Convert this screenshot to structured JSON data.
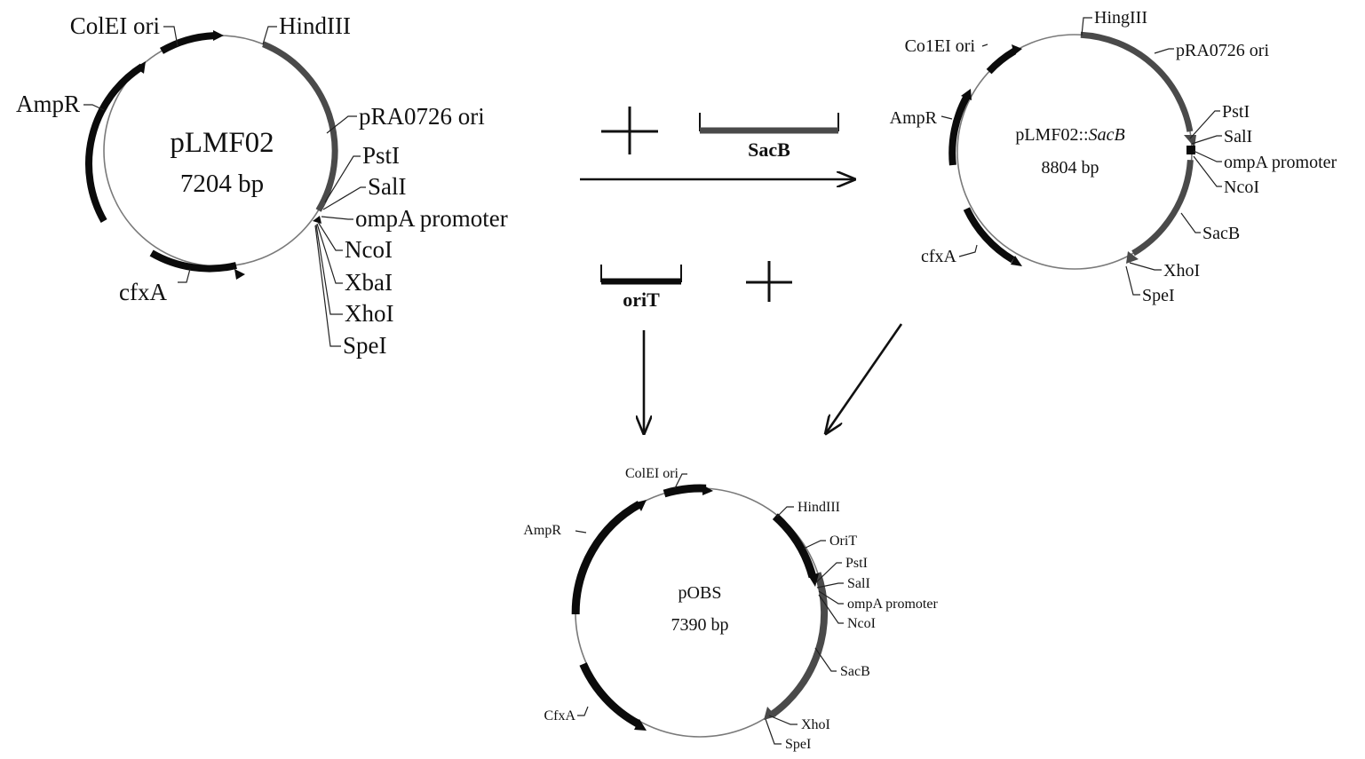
{
  "plasmid_a": {
    "name": "pLMF02",
    "size": "7204 bp",
    "labels": {
      "colei_ori": "ColEI ori",
      "hindiii": "HindIII",
      "ampr": "AmpR",
      "pra0726_ori": "pRA0726 ori",
      "psti": "PstI",
      "sali": "SalI",
      "ompa_promoter": "ompA promoter",
      "ncoi": "NcoI",
      "xbai": "XbaI",
      "xhoi": "XhoI",
      "spei": "SpeI",
      "cfxa": "cfxA"
    }
  },
  "plasmid_b": {
    "name_plain": "pLMF02::",
    "name_italic": "SacB",
    "size": "8804 bp",
    "labels": {
      "hingiii": "HingIII",
      "co1ei_ori": "Co1EI ori",
      "pra0726_ori": "pRA0726 ori",
      "ampr": "AmpR",
      "psti": "PstI",
      "sali": "SalI",
      "ompa_promoter": "ompA promoter",
      "ncoi": "NcoI",
      "sacb": "SacB",
      "xhoi": "XhoI",
      "spei": "SpeI",
      "cfxa": "cfxA"
    }
  },
  "plasmid_c": {
    "name": "pOBS",
    "size": "7390 bp",
    "labels": {
      "colei_ori": "ColEI ori",
      "hindiii": "HindIII",
      "ampr": "AmpR",
      "orit": "OriT",
      "psti": "PstI",
      "sali": "SalI",
      "ompa_promoter": "ompA promoter",
      "ncoi": "NcoI",
      "sacb": "SacB",
      "xhoi": "XhoI",
      "spei": "SpeI",
      "cfxa": "CfxA"
    }
  },
  "fragments": {
    "sacb": "SacB",
    "orit": "oriT"
  },
  "colors": {
    "backbone": "#7a7a7a",
    "black_feature": "#0b0b0b",
    "grey_feature": "#4a4a4a"
  }
}
